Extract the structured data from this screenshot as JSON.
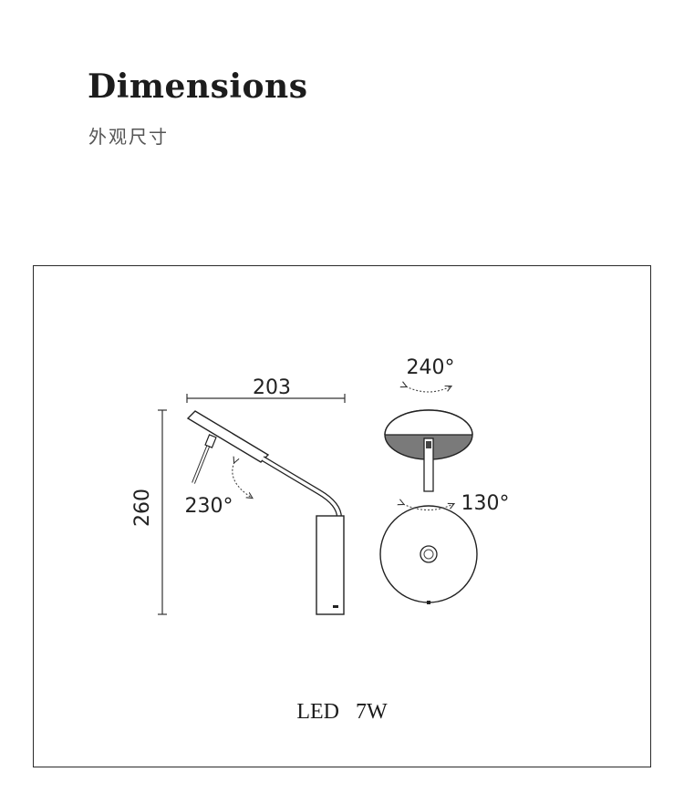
{
  "header": {
    "title": "Dimensions",
    "subtitle": "外观尺寸"
  },
  "diagram": {
    "width_label": "203",
    "height_label": "260",
    "tilt_angle": "230°",
    "rotation_top": "240°",
    "swivel_angle": "130°"
  },
  "spec": {
    "power": "LED   7W"
  },
  "colors": {
    "line": "#222222",
    "shade": "#7a7a7a",
    "frame": "#2a2a2a"
  }
}
